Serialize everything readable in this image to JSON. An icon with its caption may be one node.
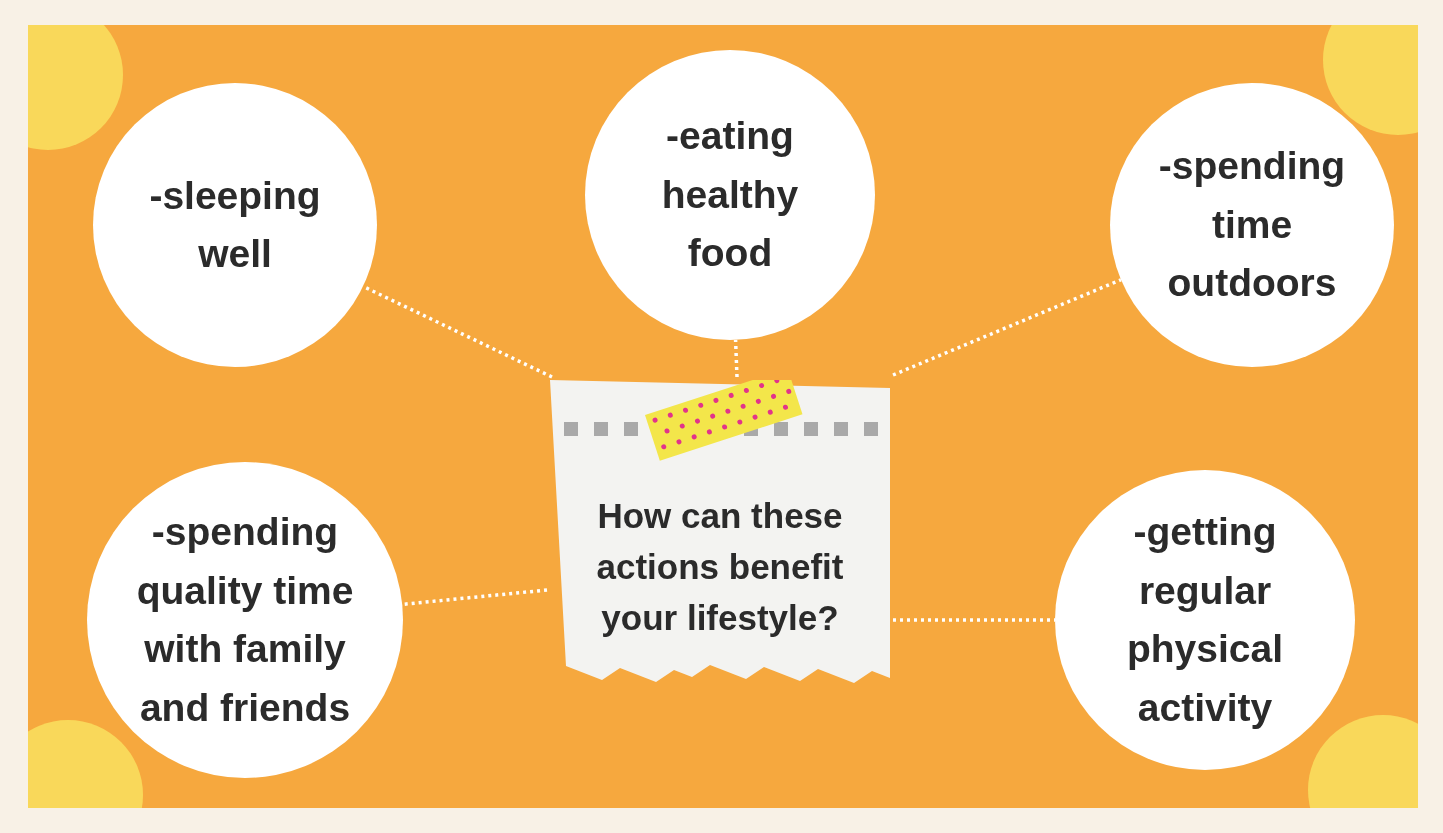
{
  "diagram": {
    "nodes": [
      {
        "text": [
          "-sleeping well"
        ]
      },
      {
        "text": [
          "-eating healthy food"
        ]
      },
      {
        "text": [
          "-spending time outdoors"
        ]
      },
      {
        "text": [
          "How can these actions benefit your lifestyle?"
        ]
      },
      {
        "text": [
          "-spending quality time with family and friends"
        ]
      },
      {
        "text": [
          "-getting regular physical activity"
        ]
      }
    ],
    "edges": [
      {
        "from": 3,
        "to": 0,
        "arrow": "none"
      },
      {
        "from": 3,
        "to": 1,
        "arrow": "none"
      },
      {
        "from": 3,
        "to": 2,
        "arrow": "none"
      },
      {
        "from": 3,
        "to": 4,
        "arrow": "none"
      },
      {
        "from": 3,
        "to": 5,
        "arrow": "none"
      }
    ]
  }
}
